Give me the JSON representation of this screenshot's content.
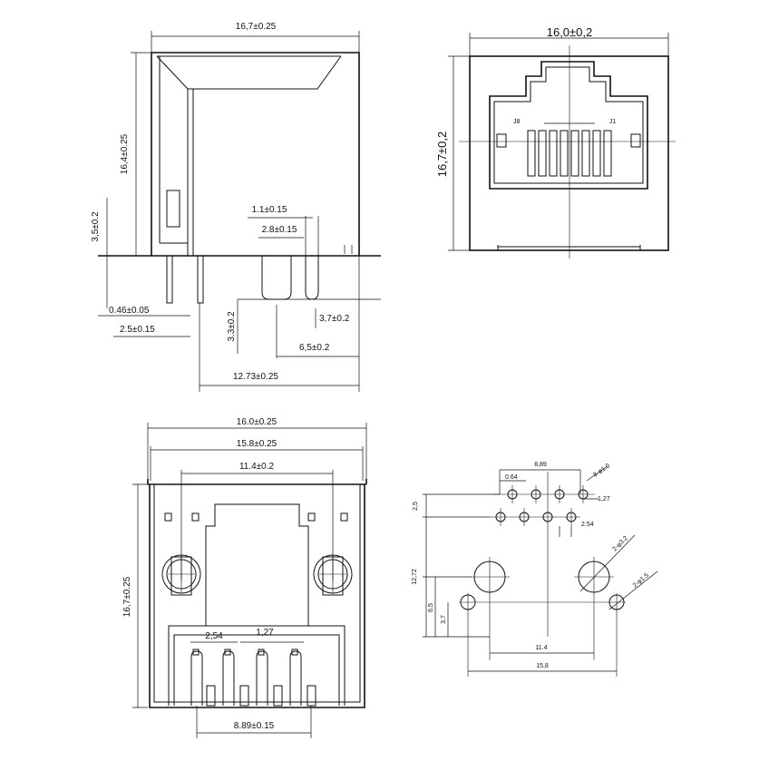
{
  "side_view": {
    "width": "16,7±0.25",
    "height": "16,4±0.25",
    "standoff": "3,5±0.2",
    "pin_width": "0.46±0.05",
    "pin_pitch_a": "2.5±0.15",
    "slot_width": "1.1±0.15",
    "slot_offset": "2.8±0.15",
    "slot_depth": "3.3±0.2",
    "tail_length": "3,7±0.2",
    "post_offset": "6,5±0.2",
    "span": "12.73±0.25"
  },
  "front_view": {
    "width": "16,0±0,2",
    "height": "16,7±0,2",
    "pin_first": "J8",
    "pin_last": "J1"
  },
  "bottom_view": {
    "outer_width": "16.0±0.25",
    "inner_width": "15.8±0.25",
    "opening_width": "11.4±0.2",
    "height": "16,7±0.25",
    "pitch_a": "2,54",
    "pitch_b": "1,27",
    "pin_span": "8.89±0.15"
  },
  "pcb_layout": {
    "pin_span": "8,89",
    "offset": "0.64",
    "pin_holes": "8-φ1.0",
    "row_offset": "1,27",
    "pitch": "2.54",
    "row_height": "2,5",
    "post_holes": "2-φ3.2",
    "mount_holes": "2-φ1.5",
    "post_y": "12,72",
    "hole_y": "6,5",
    "hole_x": "3,7",
    "post_span": "11.4",
    "total_span": "15,8"
  }
}
